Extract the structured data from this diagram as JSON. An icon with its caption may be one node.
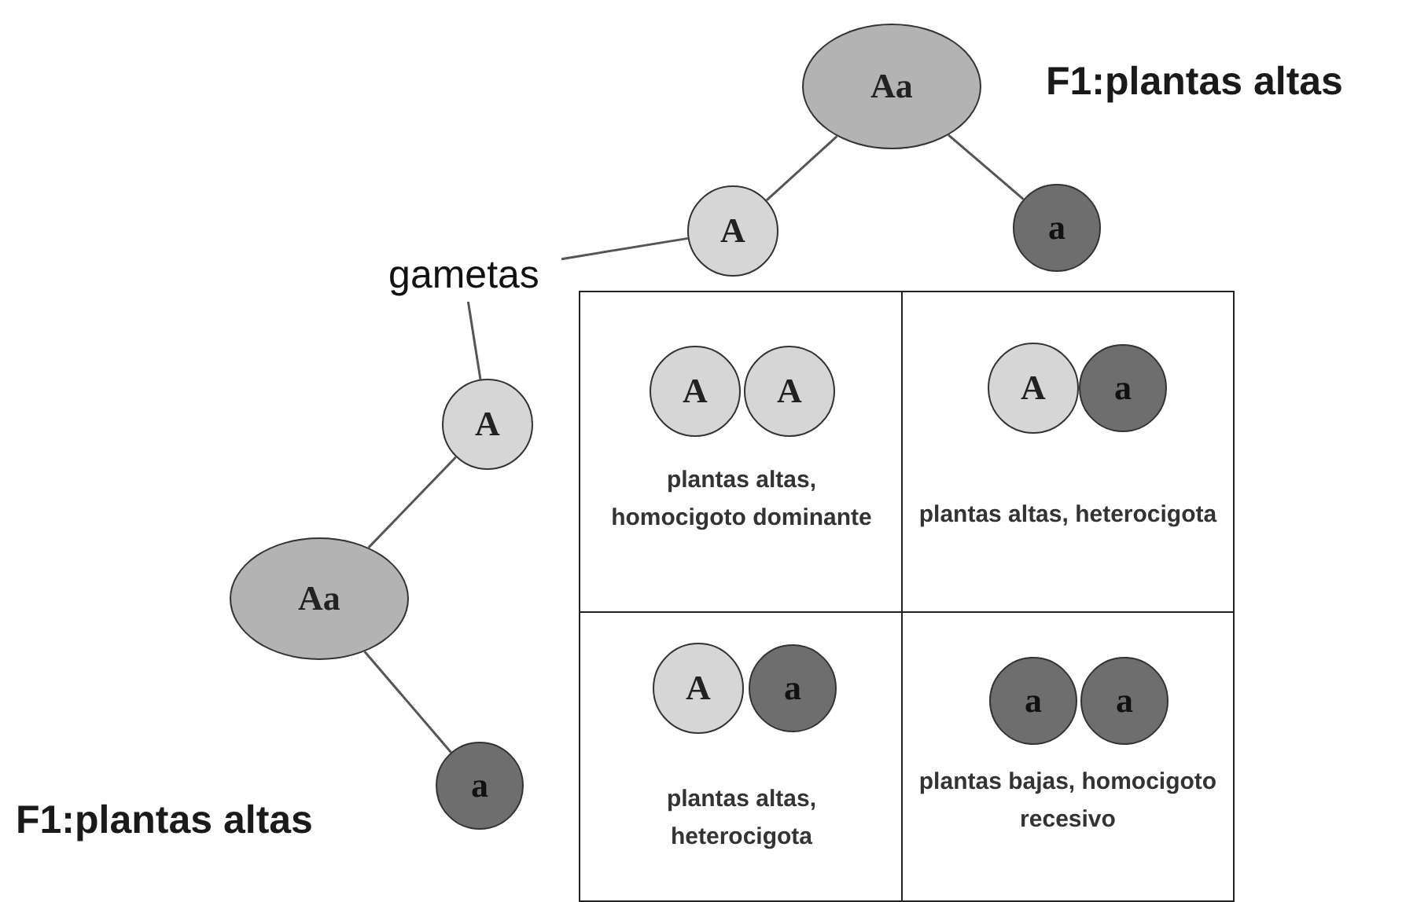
{
  "diagram": {
    "nodes": [
      {
        "text": [
          "Aa"
        ],
        "beside": [
          "F1:plantas altas"
        ]
      },
      {
        "text": [
          "A"
        ]
      },
      {
        "text": [
          "a"
        ]
      },
      {
        "text": [
          "gametas"
        ]
      },
      {
        "text": [
          "A"
        ]
      },
      {
        "text": [
          "Aa"
        ],
        "beside": [
          "F1:plantas altas"
        ]
      },
      {
        "text": [
          "a"
        ]
      },
      {
        "text": [
          "plantas altas, homocigoto dominante"
        ]
      },
      {
        "text": [
          "A"
        ],
        "in": 7
      },
      {
        "text": [
          "A"
        ],
        "in": 7
      },
      {
        "text": [
          "plantas altas, heterocigota"
        ]
      },
      {
        "text": [
          "A"
        ],
        "in": 10
      },
      {
        "text": [
          "a"
        ],
        "in": 10
      },
      {
        "text": [
          "plantas altas, heterocigota"
        ]
      },
      {
        "text": [
          "A"
        ],
        "in": 13
      },
      {
        "text": [
          "a"
        ],
        "in": 13
      },
      {
        "text": [
          "plantas bajas, homocigoto recesivo"
        ]
      },
      {
        "text": [
          "a"
        ],
        "in": 16
      },
      {
        "text": [
          "a"
        ],
        "in": 16
      }
    ],
    "edges": [
      {
        "from": 0,
        "to": 1,
        "arrow": "none"
      },
      {
        "from": 0,
        "to": 2,
        "arrow": "none"
      },
      {
        "from": 3,
        "to": 1,
        "arrow": "none"
      },
      {
        "from": 3,
        "to": 4,
        "arrow": "none"
      },
      {
        "from": 5,
        "to": 4,
        "arrow": "none"
      },
      {
        "from": 5,
        "to": 6,
        "arrow": "none"
      }
    ]
  }
}
